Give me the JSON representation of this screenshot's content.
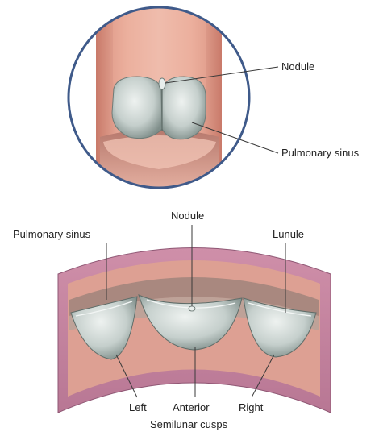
{
  "labels": {
    "nodule_top": "Nodule",
    "pulmonary_sinus_top": "Pulmonary sinus",
    "nodule_bottom": "Nodule",
    "pulmonary_sinus_bottom": "Pulmonary sinus",
    "lunule": "Lunule",
    "left": "Left",
    "anterior": "Anterior",
    "right": "Right",
    "semilunar_cusps": "Semilunar cusps"
  },
  "colors": {
    "circle_border": "#3f5a8a",
    "vessel_wall": "#e3a08e",
    "vessel_light": "#f4cfc1",
    "vessel_dark": "#c97a6a",
    "cusp": "#c9d2cf",
    "cusp_dark": "#8a9894",
    "ring_outer": "#c17d9e",
    "ring_inner": "#d79a90"
  }
}
